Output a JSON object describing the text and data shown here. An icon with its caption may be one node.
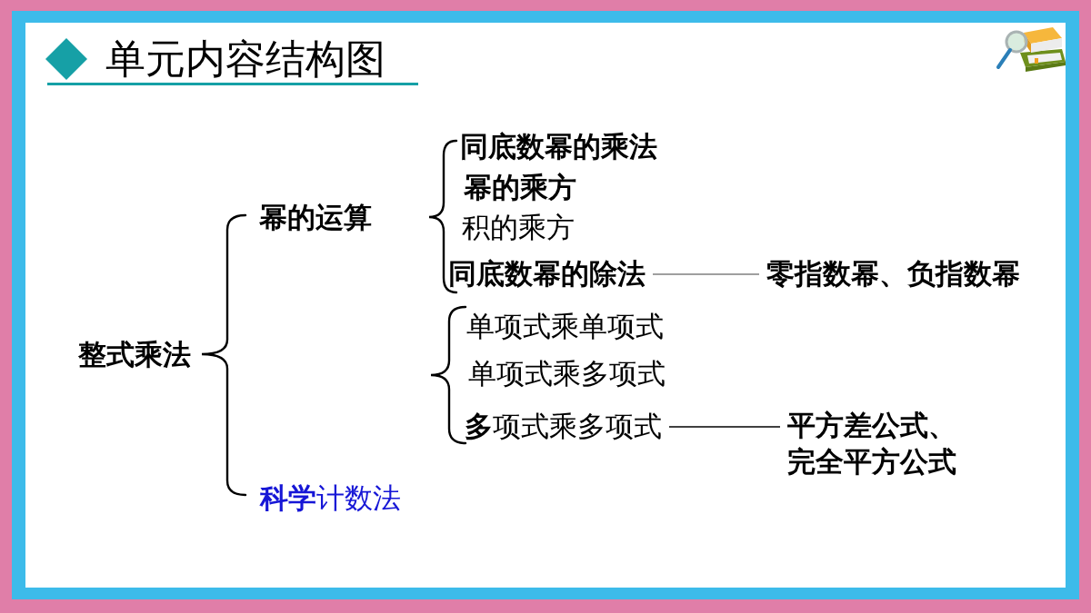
{
  "diagram": {
    "title": "单元内容结构图",
    "nodes": [
      {
        "text": [
          "整式乘法"
        ]
      },
      {
        "text": [
          "幂的运算"
        ]
      },
      {
        "text": [
          "同底数幂的乘法"
        ]
      },
      {
        "text": [
          "幂的乘方"
        ]
      },
      {
        "text": [
          "积的乘方"
        ]
      },
      {
        "text": [
          "同底数幂的除法"
        ]
      },
      {
        "text": [
          "零指数幂、负指数幂"
        ]
      },
      {
        "text": [
          "单项式乘单项式"
        ]
      },
      {
        "text": [
          "单项式乘多项式"
        ]
      },
      {
        "text": [
          "**多**项式乘多项式"
        ]
      },
      {
        "text": [
          "平方差公式、完全平方公式"
        ]
      },
      {
        "text": [
          "**科学**计数法"
        ]
      }
    ],
    "edges": [
      {
        "from": 5,
        "to": 6,
        "arrow": "none",
        "color": "#7f7f7f"
      },
      {
        "from": 9,
        "to": 10,
        "arrow": "none",
        "color": "#000000"
      }
    ]
  }
}
